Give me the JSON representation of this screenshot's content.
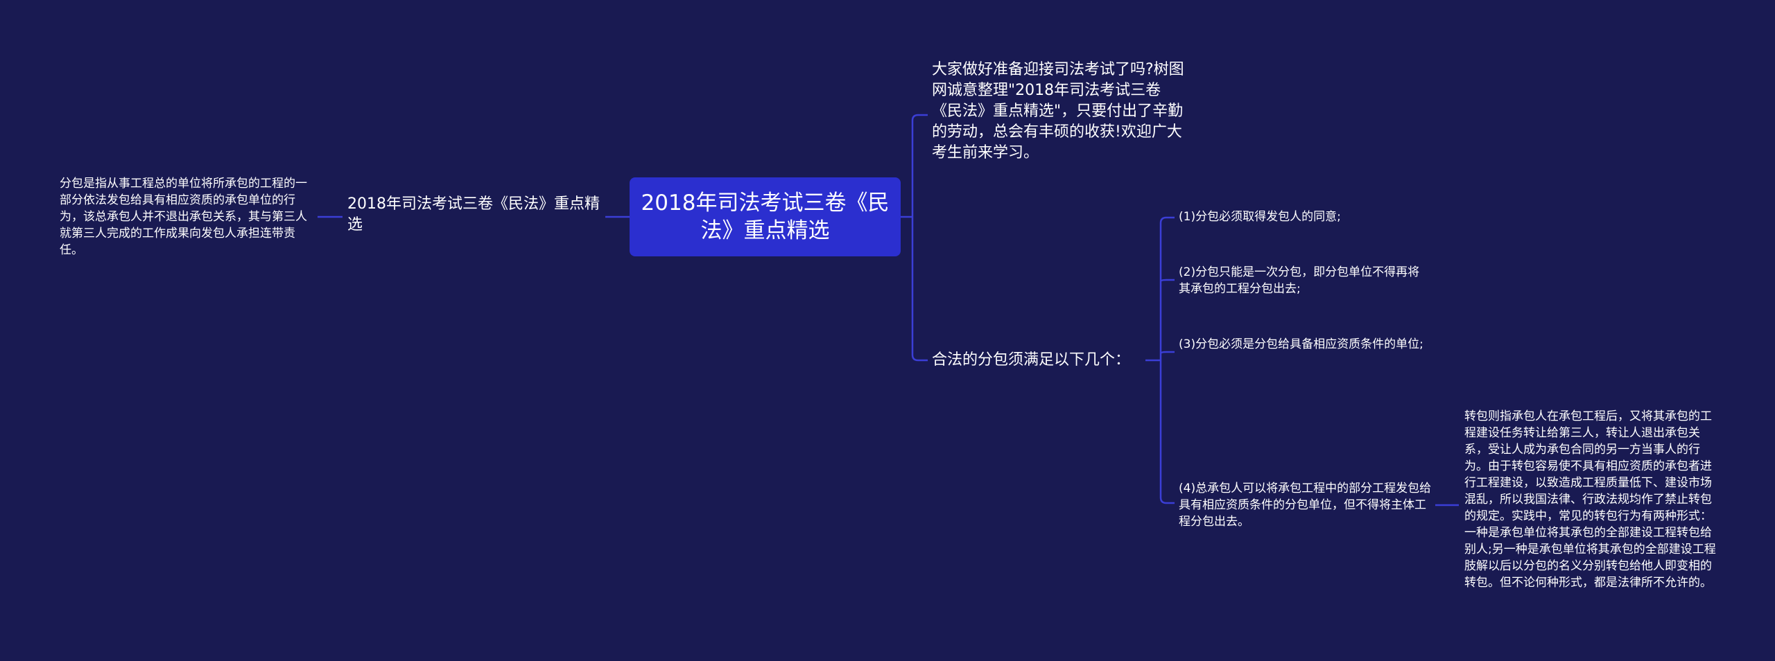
{
  "colors": {
    "background": "#191a52",
    "root_fill": "#2b2fcf",
    "connector": "#3b3ed6",
    "text": "#ffffff"
  },
  "mindmap": {
    "root": "2018年司法考试三卷《民法》重点精选",
    "intro": "大家做好准备迎接司法考试了吗?树图网诚意整理\"2018年司法考试三卷《民法》重点精选\"，只要付出了辛勤的劳动，总会有丰硕的收获!欢迎广大考生前来学习。",
    "left_branch": {
      "label": "2018年司法考试三卷《民法》重点精选",
      "detail": "分包是指从事工程总的单位将所承包的工程的一部分依法发包给具有相应资质的承包单位的行为，该总承包人并不退出承包关系，其与第三人就第三人完成的工作成果向发包人承担连带责任。"
    },
    "conditions": {
      "label": "合法的分包须满足以下几个：",
      "items": [
        "(1)分包必须取得发包人的同意;",
        "(2)分包只能是一次分包，即分包单位不得再将其承包的工程分包出去;",
        "(3)分包必须是分包给具备相应资质条件的单位;",
        "(4)总承包人可以将承包工程中的部分工程发包给具有相应资质条件的分包单位，但不得将主体工程分包出去。"
      ],
      "item4_detail": "转包则指承包人在承包工程后，又将其承包的工程建设任务转让给第三人，转让人退出承包关系，受让人成为承包合同的另一方当事人的行为。由于转包容易使不具有相应资质的承包者进行工程建设，以致造成工程质量低下、建设市场混乱，所以我国法律、行政法规均作了禁止转包的规定。实践中，常见的转包行为有两种形式：一种是承包单位将其承包的全部建设工程转包给别人;另一种是承包单位将其承包的全部建设工程肢解以后以分包的名义分别转包给他人即变相的转包。但不论何种形式，都是法律所不允许的。"
    }
  }
}
